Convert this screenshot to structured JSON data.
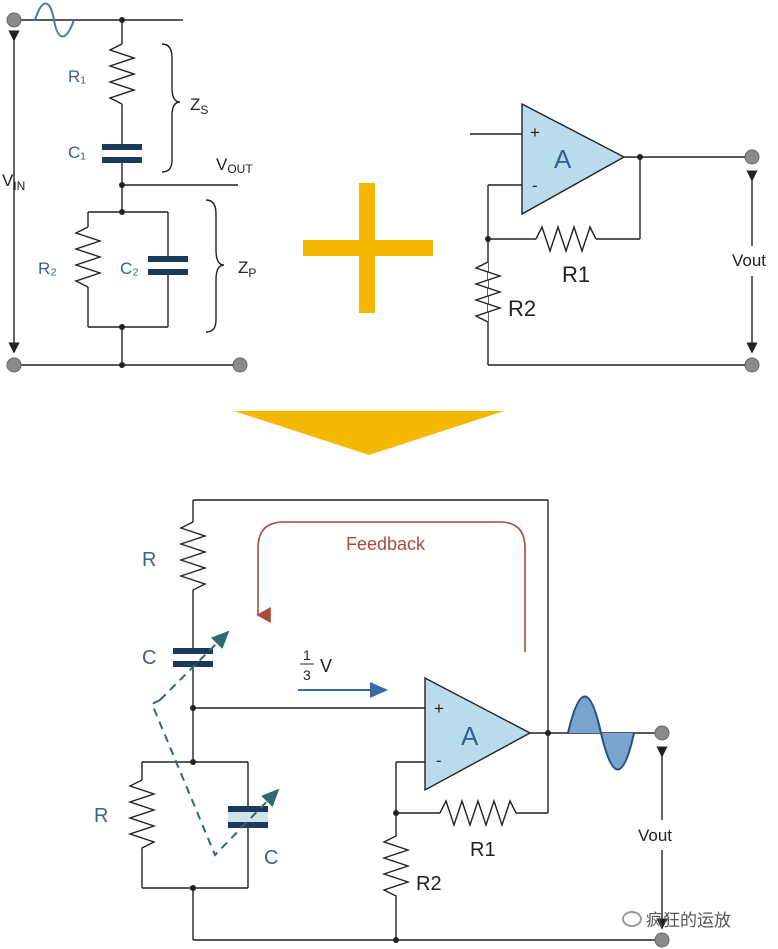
{
  "top_left": {
    "r1": "R₁",
    "c1": "C₁",
    "zs": "Z",
    "zs_sub": "S",
    "vout": "V",
    "vout_sub": "OUT",
    "vin": "V",
    "vin_sub": "IN",
    "r2": "R₂",
    "c2": "C₂",
    "zp": "Z",
    "zp_sub": "P"
  },
  "top_right": {
    "plus": "+",
    "minus": "-",
    "amp": "A",
    "r1": "R1",
    "r2": "R2",
    "vout": "Vout"
  },
  "bottom": {
    "r_top": "R",
    "c_top": "C",
    "r_bottom": "R",
    "c_bottom": "C",
    "feedback": "Feedback",
    "frac_num": "1",
    "frac_den": "3",
    "frac_v": "V",
    "plus": "+",
    "minus": "-",
    "amp": "A",
    "r1": "R1",
    "r2": "R2",
    "vout": "Vout"
  },
  "watermark": "疯狂的运放",
  "colors": {
    "accent_yellow": "#f5b800",
    "opamp_fill": "#b9dceb",
    "capacitor_dark": "#1c3a5c",
    "feedback": "#a84a3c",
    "label_blue": "#3b5f8c",
    "wave": "#4a79b0"
  }
}
